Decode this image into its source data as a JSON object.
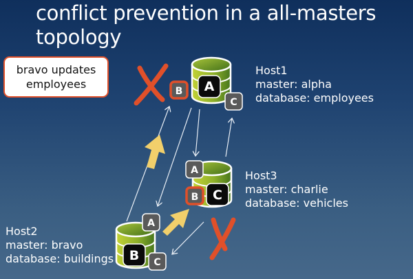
{
  "title": {
    "line1": "conflict prevention in a all-masters",
    "line2": "topology"
  },
  "callout": {
    "line1": "bravo updates",
    "line2": "employees"
  },
  "hosts": [
    {
      "name": "Host1",
      "master": "master: alpha",
      "database": "database: employees",
      "local_badge": "A",
      "badges": [
        "B",
        "C"
      ]
    },
    {
      "name": "Host2",
      "master": "master: bravo",
      "database": "database: buildings",
      "local_badge": "B",
      "badges": [
        "A",
        "C"
      ]
    },
    {
      "name": "Host3",
      "master": "master: charlie",
      "database": "database: vehicles",
      "local_badge": "C",
      "badges": [
        "A",
        "B"
      ]
    }
  ],
  "icons": {
    "blocked_mark": "red-x",
    "replication_arrow": "thin-arrow",
    "update_flow_arrow": "yellow-arrow",
    "database": "database-cylinder"
  },
  "colors": {
    "accent_red": "#e0502a",
    "badge_gray": "#5a5a5a",
    "badge_black": "#0a0a0a",
    "db_green_light": "#b8cc2e",
    "db_green_dark": "#4e7d1e",
    "arrow_yellow": "#f1cf6b"
  }
}
